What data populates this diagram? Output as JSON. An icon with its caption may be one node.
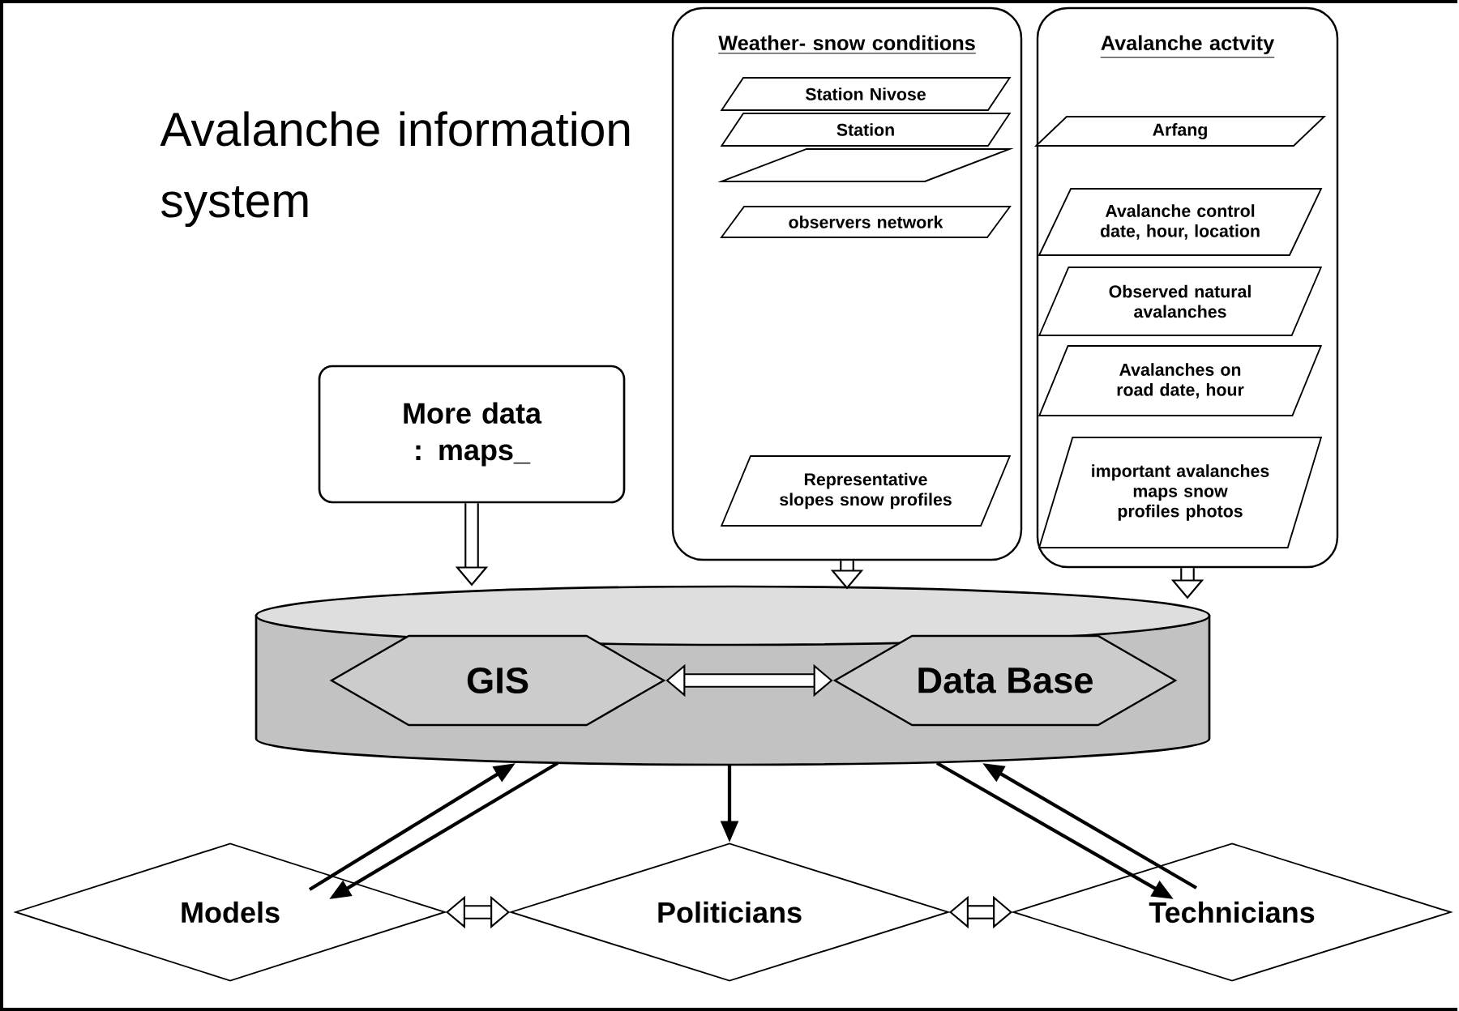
{
  "diagram": {
    "title": "Avalanche information system",
    "nodes": [
      {
        "text": [
          "More data : maps_"
        ]
      },
      {
        "text": [
          "Weather- snow conditions"
        ]
      },
      {
        "text": [
          "Station Nivose"
        ],
        "in": 1
      },
      {
        "text": [
          "Station"
        ],
        "in": 1
      },
      {
        "text": [],
        "shape": "parallelogram",
        "in": 1
      },
      {
        "text": [
          "observers network"
        ],
        "in": 1
      },
      {
        "text": [
          "Representative slopes snow profiles"
        ],
        "in": 1
      },
      {
        "text": [
          "Avalanche actvity"
        ]
      },
      {
        "text": [
          "Arfang"
        ],
        "in": 7
      },
      {
        "text": [
          "Avalanche control date, hour, location"
        ],
        "in": 7
      },
      {
        "text": [
          "Observed natural avalanches"
        ],
        "in": 7
      },
      {
        "text": [
          "Avalanches on road date, hour"
        ],
        "in": 7
      },
      {
        "text": [
          "important avalanches maps snow profiles photos"
        ],
        "in": 7
      },
      {
        "text": [],
        "shape": "cylinder"
      },
      {
        "text": [
          "GIS"
        ],
        "in": 13
      },
      {
        "text": [
          "Data Base"
        ],
        "in": 13
      },
      {
        "text": [
          "Models"
        ]
      },
      {
        "text": [
          "Politicians"
        ]
      },
      {
        "text": [
          "Technicians"
        ]
      }
    ],
    "edges": [
      {
        "from": 0,
        "to": 13,
        "arrow": "to"
      },
      {
        "from": 1,
        "to": 13,
        "arrow": "to"
      },
      {
        "from": 7,
        "to": 13,
        "arrow": "to"
      },
      {
        "from": 14,
        "to": 15,
        "arrow": "both"
      },
      {
        "from": 13,
        "to": 17,
        "arrow": "to"
      },
      {
        "from": 13,
        "to": 16,
        "arrow": "to"
      },
      {
        "from": 16,
        "to": 13,
        "arrow": "to"
      },
      {
        "from": 13,
        "to": 18,
        "arrow": "to"
      },
      {
        "from": 18,
        "to": 13,
        "arrow": "to"
      },
      {
        "from": 16,
        "to": 17,
        "arrow": "both"
      },
      {
        "from": 17,
        "to": 18,
        "arrow": "both"
      }
    ]
  }
}
